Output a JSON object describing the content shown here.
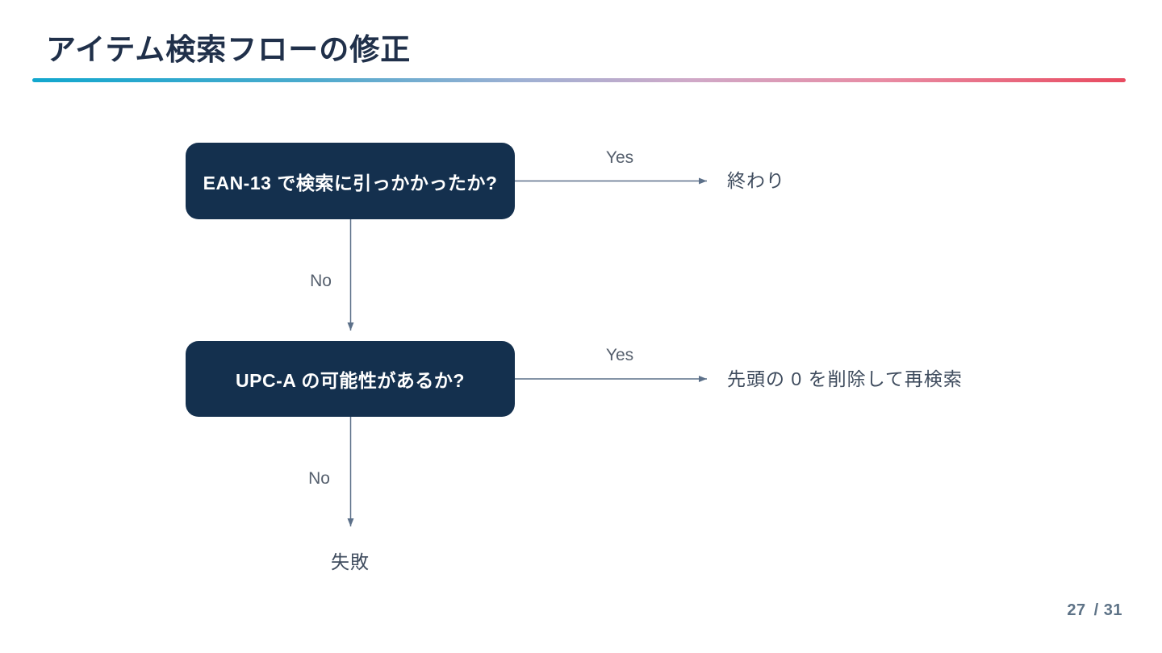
{
  "slide": {
    "title": "アイテム検索フローの修正",
    "page": {
      "current": "27",
      "separator_total": "/ 31"
    }
  },
  "colors": {
    "title_text": "#20304a",
    "accent_gradient_start": "#12a7ce",
    "accent_gradient_end": "#e84a5f",
    "node_background": "#14304e",
    "node_text": "#ffffff",
    "arrow": "#5c7089",
    "edge_label_text": "#555f6d",
    "terminal_text": "#3f4c5e",
    "page_number_text": "#5d7286"
  },
  "flowchart": {
    "nodes": [
      {
        "label": "EAN-13 で検索に引っかかったか?"
      },
      {
        "label": "UPC-A の可能性があるか?"
      }
    ],
    "branches": [
      {
        "answer": "Yes",
        "result": "終わり"
      },
      {
        "answer": "No"
      },
      {
        "answer": "Yes",
        "result": "先頭の 0 を削除して再検索"
      },
      {
        "answer": "No",
        "result": "失敗"
      }
    ]
  }
}
